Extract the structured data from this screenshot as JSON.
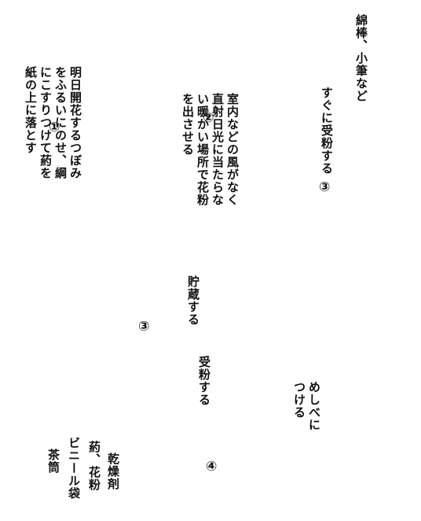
{
  "steps": [
    {
      "num": "①",
      "lines": [
        "明日開花するつぼみ",
        "をふるいにのせ、綱",
        "にこすりつけて葯を",
        "紙の上に落とす"
      ]
    },
    {
      "num": "②",
      "lines": [
        "室内などの風がなく",
        "直射日光に当たらな",
        "い暖かい場所で花粉",
        "を出させる"
      ]
    },
    {
      "num": "③",
      "text": "すぐに受粉する"
    },
    {
      "num": "③",
      "text": "貯蔵する"
    },
    {
      "num": "④",
      "text": "受粉する"
    }
  ],
  "tool_label": "綿棒、小筆など",
  "apply_label": [
    "めしべに",
    "つける"
  ],
  "storage_labels": {
    "tea_can": "茶筒",
    "bag": "ビニール袋",
    "anther_pollen": "葯、花粉",
    "desiccant": "乾燥剤"
  }
}
